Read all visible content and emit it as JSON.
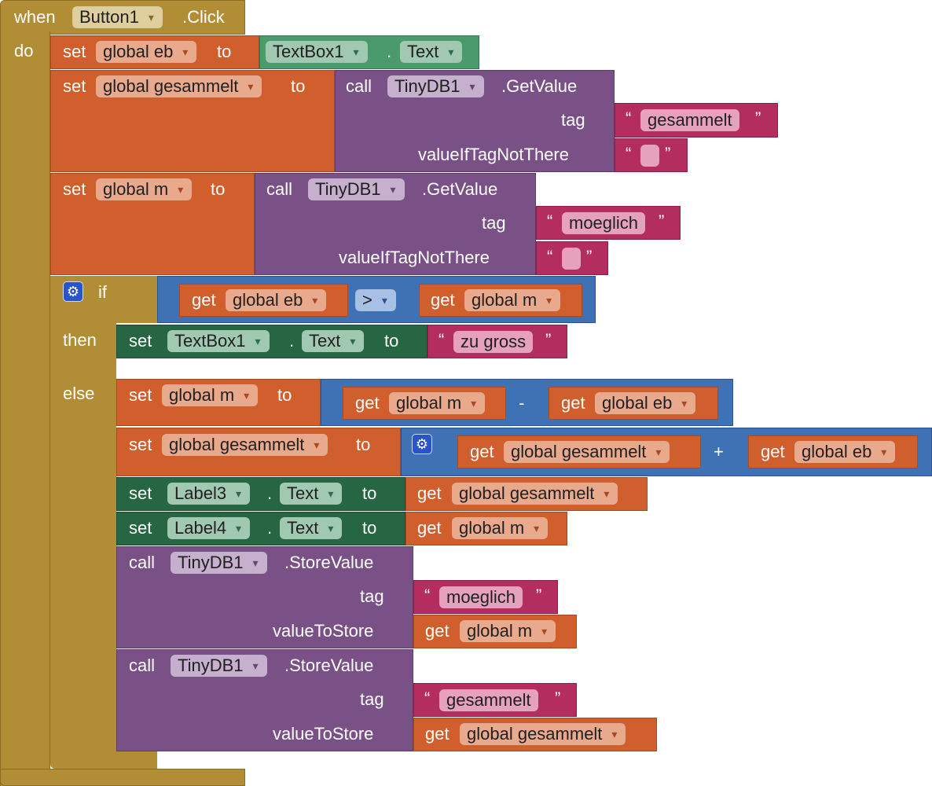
{
  "kw": {
    "when": "when",
    "do": "do",
    "set": "set",
    "to": "to",
    "call": "call",
    "get": "get",
    "if": "if",
    "then": "then",
    "else": "else",
    "dot": ".",
    "tag": "tag",
    "valueIfTagNotThere": "valueIfTagNotThere",
    "valueToStore": "valueToStore",
    "quote_open": "“",
    "quote_close": "”"
  },
  "event": {
    "component": "Button1",
    "method": ".Click"
  },
  "vars": {
    "eb": "global eb",
    "gesammelt": "global gesammelt",
    "m": "global m"
  },
  "components": {
    "textbox": "TextBox1",
    "tinydb": "TinyDB1",
    "label3": "Label3",
    "label4": "Label4",
    "text_prop": "Text"
  },
  "methods": {
    "get_value": ".GetValue",
    "store_value": ".StoreValue"
  },
  "strings": {
    "gesammelt": "gesammelt",
    "moeglich": "moeglich",
    "zu_gross": "zu gross",
    "empty": ""
  },
  "ops": {
    "gt": ">",
    "minus": "-",
    "plus": "+"
  },
  "icons": {
    "mutator": "gear-icon",
    "dropdown": "triangle-down-icon"
  },
  "colors": {
    "event": "#b18e35",
    "variables": "#d05f2d",
    "components": "#4a9a6e",
    "procedures": "#7a5186",
    "text": "#b32d5e",
    "math": "#3f71b5"
  }
}
